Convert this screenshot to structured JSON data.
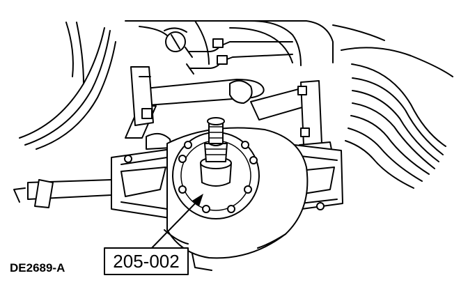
{
  "figure": {
    "callout_label": "205-002",
    "figure_id": "DE2689-A"
  },
  "icons": {
    "axle": "rear-axle-housing-illustration",
    "tool": "pinion-tool-illustration",
    "arrow": "callout-arrow"
  }
}
